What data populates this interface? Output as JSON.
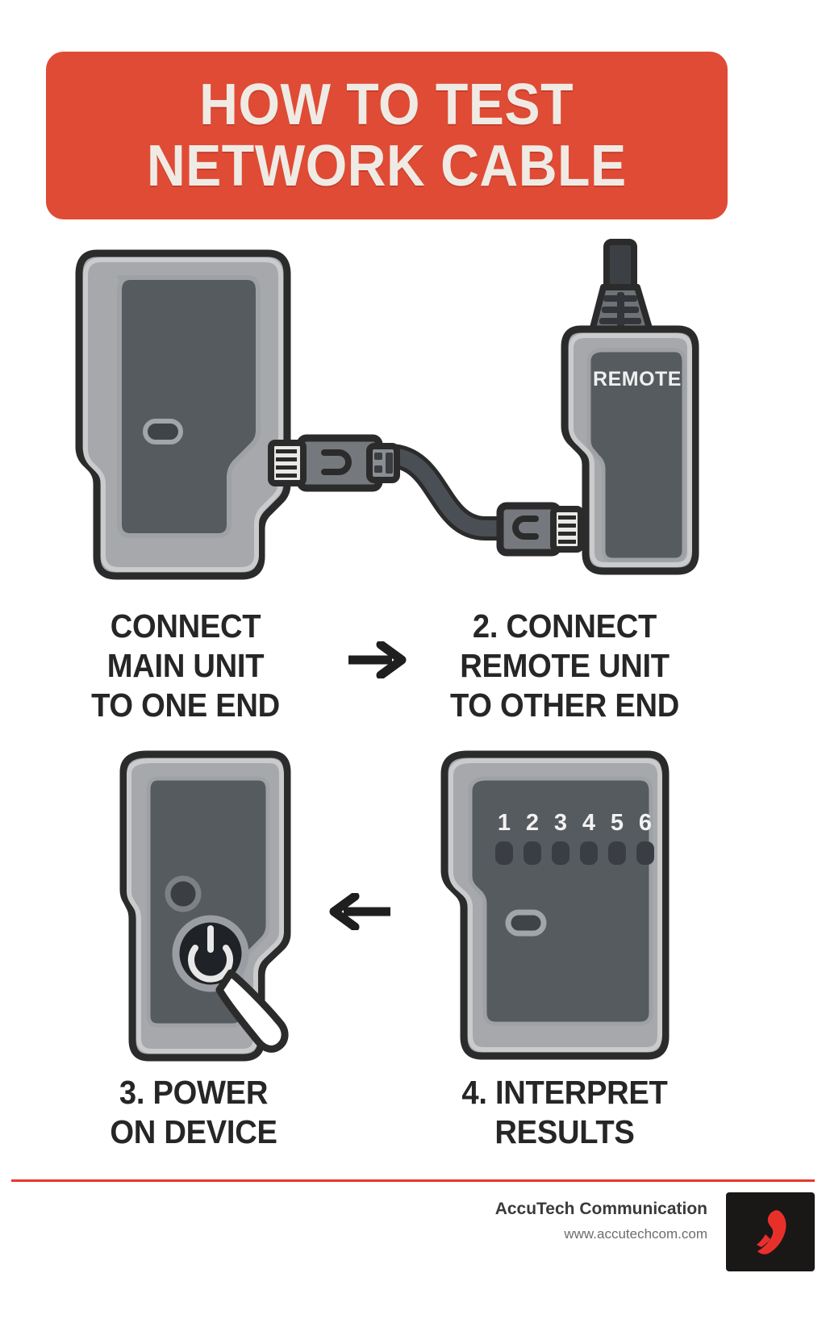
{
  "title": {
    "line1": "HOW TO TEST",
    "line2": "NETWORK CABLE",
    "banner_color": "#e04b35",
    "text_color": "#efebe4"
  },
  "steps": [
    {
      "id": "step-1",
      "line1": "CONNECT",
      "line2": "MAIN UNIT",
      "line3": "TO ONE END"
    },
    {
      "id": "step-2",
      "line1": "2. CONNECT",
      "line2": "REMOTE UNIT",
      "line3": "TO OTHER END"
    },
    {
      "id": "step-3",
      "line1": "3. POWER",
      "line2": "ON DEVICE",
      "line3": ""
    },
    {
      "id": "step-4",
      "line1": "4. INTERPRET",
      "line2": "RESULTS",
      "line3": ""
    }
  ],
  "devices": {
    "main_unit": {
      "name": "main-unit",
      "body_color": "#a6a8ab",
      "panel_color": "#565b60",
      "outline_color": "#2b2b2b"
    },
    "remote_unit": {
      "name": "remote-unit",
      "label": "REMOTE",
      "label_color": "#efefef",
      "body_color": "#a6a8ab",
      "panel_color": "#565b60"
    },
    "power_unit": {
      "name": "power-unit",
      "power_symbol": "⏻",
      "led_color": "#3b3f44"
    },
    "results_unit": {
      "name": "results-unit",
      "led_labels": [
        "1",
        "2",
        "3",
        "4",
        "5",
        "6"
      ],
      "led_label_color": "#f2f2f2",
      "led_color": "#3a3e44"
    }
  },
  "footer": {
    "brand": "AccuTech Communication",
    "url": "www.accutechcom.com",
    "rule_color": "#e8382b",
    "logo_bg": "#1a1717",
    "logo_accent": "#e8302b",
    "logo_icon": "phone-handset-icon"
  }
}
